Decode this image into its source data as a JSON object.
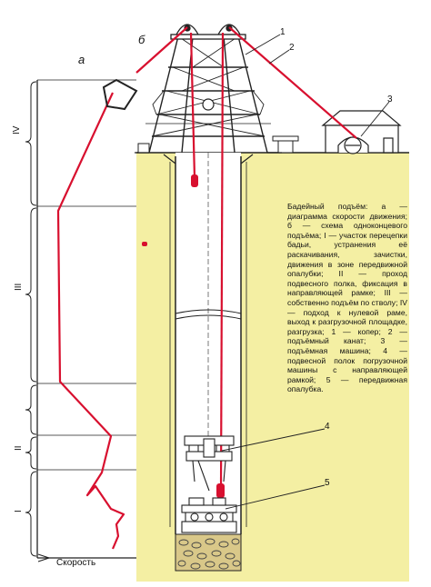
{
  "labels": {
    "diagram_a": "а",
    "diagram_b": "б",
    "speed_axis": "Скорость",
    "stage_1": "I",
    "stage_2": "II",
    "stage_3": "III",
    "stage_4": "IV",
    "callout_1": "1",
    "callout_2": "2",
    "callout_3": "3",
    "callout_4": "4",
    "callout_5": "5"
  },
  "caption": "Бадейный подъём: а — диаграмма скорости движения; б — схема одноконцевого подъёма; I — участок перецепки бадьи, устранения её раскачивания, зачистки, движения в зоне передвижной опалубки; II — проход подвесного полка, фиксация в направляющей рамке; III — собственно подъём по стволу; IV — подход к нулевой раме, выход к разгрузочной площадке, разгрузка; 1 — копер; 2 — подъёмный канат; 3 — подъёмная машина; 4 — подвесной полок погрузочной машины с направляющей рамкой; 5 — передвижная опалубка.",
  "colors": {
    "ground": "#f4efa3",
    "shaft": "#ffffff",
    "rope": "#d8102f",
    "line": "#222222",
    "rock": "#d9c889"
  }
}
